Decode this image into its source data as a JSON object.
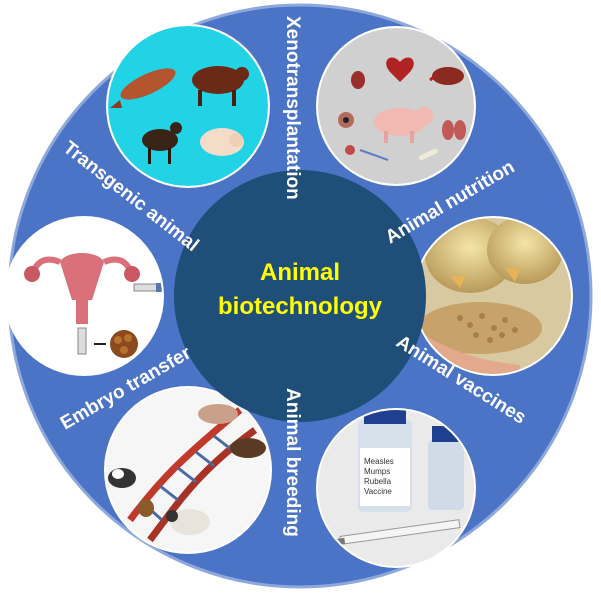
{
  "center": {
    "line1": "Animal",
    "line2": "biotechnology"
  },
  "sectors": [
    {
      "id": "xenotransplantation",
      "label": "Xenotransplantation"
    },
    {
      "id": "animal-nutrition",
      "label": "Animal nutrition"
    },
    {
      "id": "animal-vaccines",
      "label": "Animal vaccines"
    },
    {
      "id": "animal-breeding",
      "label": "Animal breeding"
    },
    {
      "id": "embryo-transfer",
      "label": "Embryo transfer"
    },
    {
      "id": "transgenic-animal",
      "label": "Transgenic animal"
    }
  ],
  "vaccine_bottle_label": [
    "Measles",
    "Mumps",
    "Rubella",
    "Vaccine"
  ],
  "colors": {
    "outer_ring": "#4b74c6",
    "ring_border": "#8ea8dc",
    "center": "#1f4e79",
    "center_text": "#ffff00",
    "label_text": "#ffffff",
    "thumb_bg": "#d9d9d9",
    "transgenic_bg": "#22d3e6"
  }
}
